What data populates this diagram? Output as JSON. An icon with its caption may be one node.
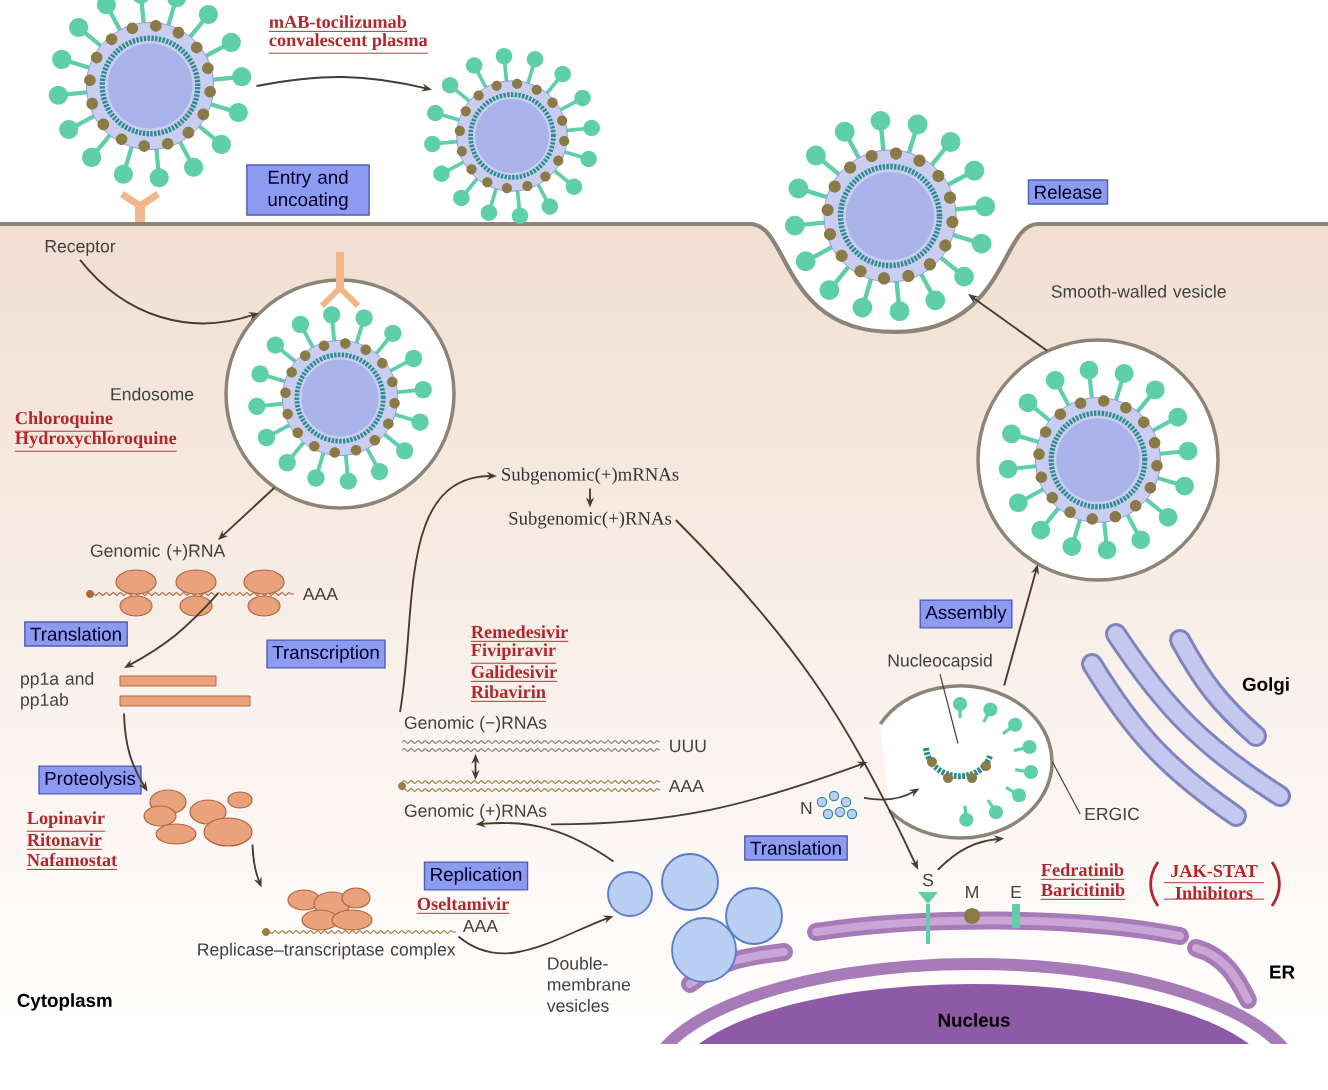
{
  "diagram": {
    "nodes": [
      {
        "text": [],
        "shape": "picture"
      },
      {
        "text": [],
        "shape": "picture"
      },
      {
        "text": [
          "Receptor"
        ]
      },
      {
        "text": [],
        "shape": "picture",
        "beside": [
          "Endosome"
        ]
      },
      {
        "text": [
          "Genomic (+)RNA"
        ]
      },
      {
        "text": [
          "pp1a and pp1ab"
        ]
      },
      {
        "text": [],
        "shape": "picture"
      },
      {
        "text": [],
        "shape": "picture",
        "beside": [
          "Replicase–transcriptase complex"
        ]
      },
      {
        "text": [],
        "shape": "picture",
        "beside": [
          "Double-membrane vesicles"
        ]
      },
      {
        "text": [
          "Genomic (+)RNAs"
        ]
      },
      {
        "text": [
          "Genomic (−)RNAs"
        ]
      },
      {
        "text": [
          "Subgenomic(+)mRNAs"
        ]
      },
      {
        "text": [
          "Subgenomic(+)RNAs"
        ]
      },
      {
        "text": [
          "S"
        ]
      },
      {
        "text": [],
        "shape": "picture"
      },
      {
        "text": [],
        "shape": "picture",
        "in": 14
      },
      {
        "text": [
          "Nucleocapsid"
        ]
      },
      {
        "text": [
          "ERGIC"
        ]
      },
      {
        "text": [
          "N"
        ]
      },
      {
        "text": [],
        "shape": "picture",
        "beside": [
          "Smooth-walled vesicle"
        ]
      },
      {
        "text": [],
        "shape": "picture"
      },
      {
        "text": [
          "Entry and uncoating"
        ]
      },
      {
        "text": [
          "Release"
        ]
      },
      {
        "text": [
          "Translation"
        ]
      },
      {
        "text": [
          "Proteolysis"
        ]
      },
      {
        "text": [
          "Transcription"
        ]
      },
      {
        "text": [
          "Replication"
        ]
      },
      {
        "text": [
          "Assembly"
        ]
      },
      {
        "text": [
          "Translation"
        ]
      }
    ],
    "edges": [
      {
        "from": 0,
        "to": 1,
        "arrow": "to"
      },
      {
        "from": 2,
        "to": 3,
        "arrow": "to"
      },
      {
        "from": 3,
        "to": 4,
        "arrow": "to"
      },
      {
        "from": 4,
        "to": 5,
        "arrow": "to"
      },
      {
        "from": 5,
        "to": 6,
        "arrow": "to"
      },
      {
        "from": 6,
        "to": 7,
        "arrow": "to"
      },
      {
        "from": 7,
        "to": 8,
        "arrow": "to"
      },
      {
        "from": 8,
        "to": 9,
        "arrow": "to"
      },
      {
        "from": 10,
        "to": 9,
        "arrow": "both"
      },
      {
        "from": 10,
        "to": 11,
        "arrow": "to"
      },
      {
        "from": 11,
        "to": 12,
        "arrow": "to"
      },
      {
        "from": 12,
        "to": 13,
        "arrow": "to"
      },
      {
        "from": 9,
        "to": 14,
        "arrow": "to"
      },
      {
        "from": 18,
        "to": 15,
        "arrow": "to"
      },
      {
        "from": 13,
        "to": 14,
        "arrow": "to"
      },
      {
        "from": 14,
        "to": 19,
        "arrow": "to"
      },
      {
        "from": 19,
        "to": 20,
        "arrow": "to"
      },
      {
        "from": 16,
        "to": 15,
        "arrow": "none"
      },
      {
        "from": 17,
        "to": 14,
        "arrow": "none"
      }
    ],
    "labels": [
      "mAB-tocilizumab",
      "convalescent plasma",
      "Chloroquine",
      "Hydroxychloroquine",
      "AAA",
      "Remedesivir",
      "Fivipiravir",
      "Galidesivir",
      "Ribavirin",
      "UUU",
      "AAA",
      "Lopinavir",
      "Ritonavir",
      "Nafamostat",
      "Oseltamivir",
      "AAA",
      "M",
      "E",
      "Fedratinib",
      "Baricitinib",
      "JAK-STAT Inhibitors",
      "Golgi",
      "ER",
      "Nucleus",
      "Cytoplasm"
    ]
  }
}
